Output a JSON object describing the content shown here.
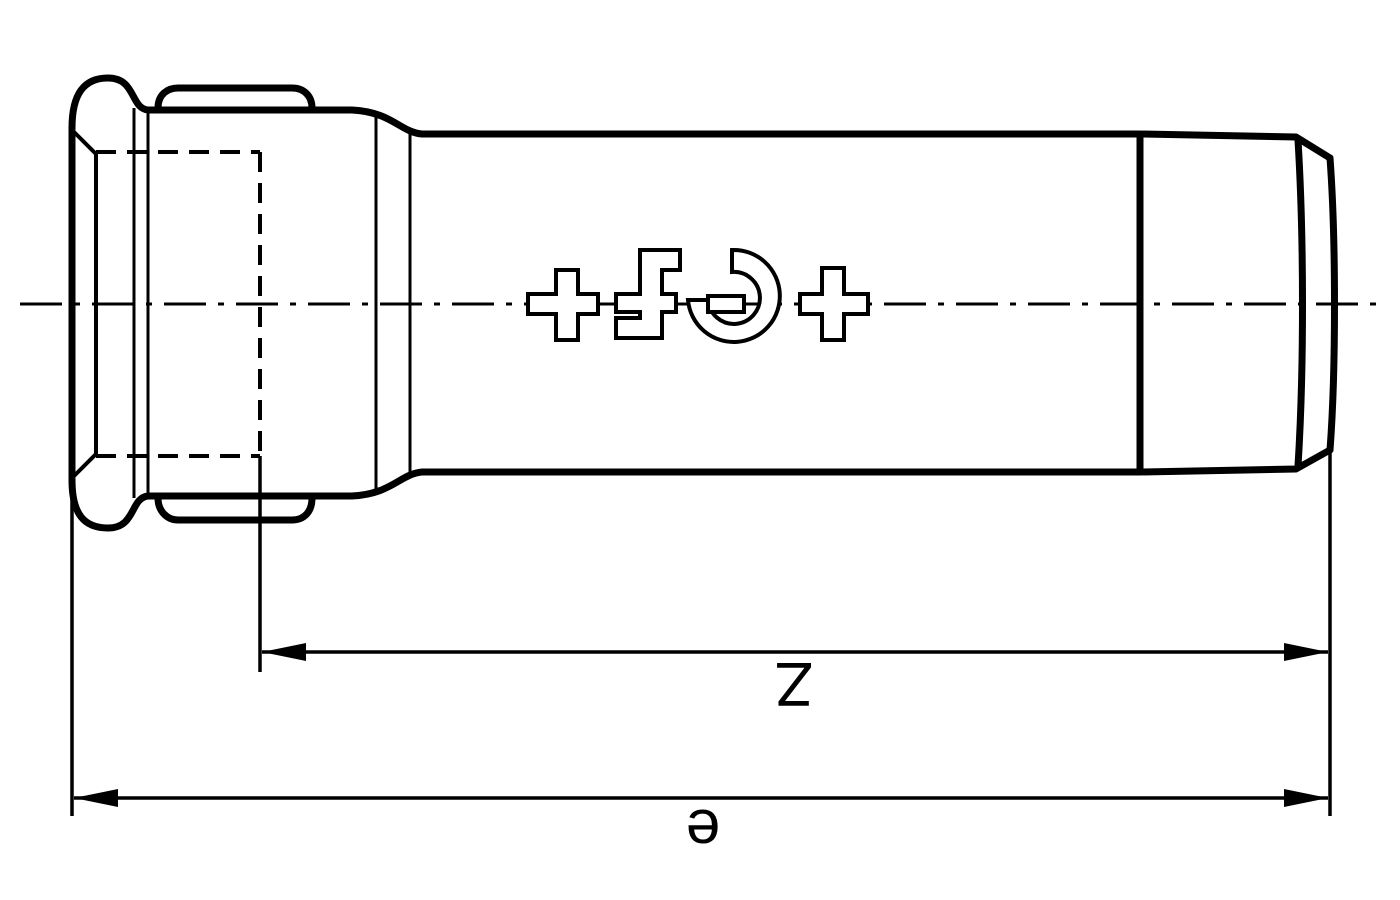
{
  "drawing": {
    "dimension_z_label": "Z",
    "dimension_e_label": "e",
    "icons": [
      "fitting-body",
      "press-seal-bead",
      "o-ring-groove",
      "spigot-end",
      "gf-logo-mark",
      "centerline",
      "dimension-arrow"
    ]
  }
}
